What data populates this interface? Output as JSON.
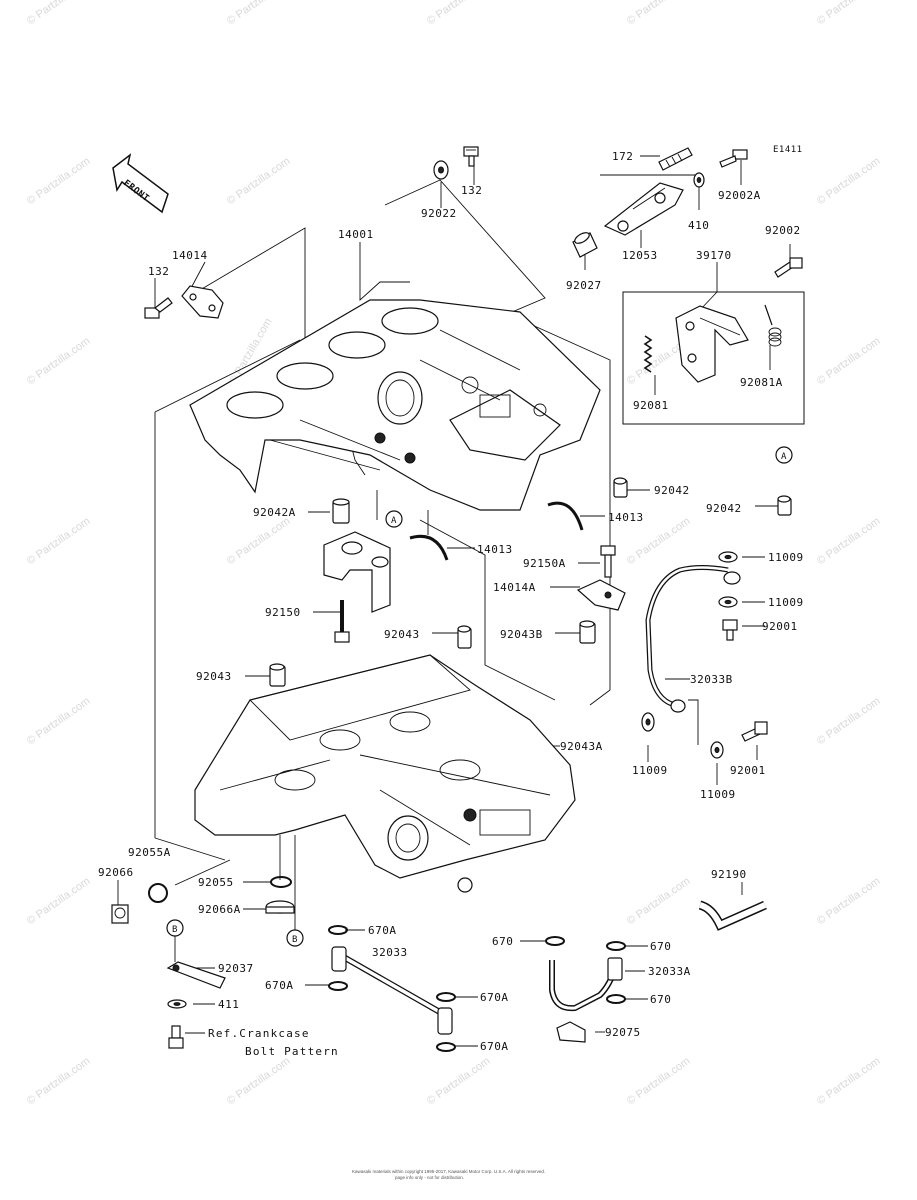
{
  "figure_code": "E1411",
  "front_label": "FRONT",
  "watermark": "© Partzilla.com",
  "footer": {
    "line1": "Kawasaki materials within copyright 1995-2017, Kawasaki Motor Corp. U.S.A. All rights reserved.",
    "line2": "page info only - not for distribution."
  },
  "callouts": {
    "A": "A",
    "B": "B"
  },
  "labels": {
    "l172": "172",
    "l132_top": "132",
    "l92002A": "92002A",
    "l92022": "92022",
    "l410": "410",
    "l12053": "12053",
    "l92027": "92027",
    "l39170": "39170",
    "l92002": "92002",
    "l14014": "14014",
    "l132_left": "132",
    "l14001": "14001",
    "l92081": "92081",
    "l92081A": "92081A",
    "l92042_right": "92042",
    "l92042_A": "92042",
    "l92042A": "92042A",
    "l14013_right": "14013",
    "l14013_left": "14013",
    "l11009_1": "11009",
    "l92150A": "92150A",
    "l14014A": "14014A",
    "l11009_2": "11009",
    "l92150": "92150",
    "l92043_mid": "92043",
    "l92043B": "92043B",
    "l92001_1": "92001",
    "l92043_left": "92043",
    "l32033B": "32033B",
    "l92043A": "92043A",
    "l11009_3": "11009",
    "l92001_2": "92001",
    "l11009_4": "11009",
    "l92055A": "92055A",
    "l92066": "92066",
    "l92055": "92055",
    "l92190": "92190",
    "l92066A": "92066A",
    "l670A_1": "670A",
    "l32033": "32033",
    "l670_1": "670",
    "l670_2": "670",
    "l92037": "92037",
    "l32033A": "32033A",
    "l670A_2": "670A",
    "l670A_3": "670A",
    "l670_3": "670",
    "l411": "411",
    "l92075": "92075",
    "l670A_4": "670A"
  },
  "reference_note": {
    "line1": "Ref.Crankcase",
    "line2": "Bolt Pattern"
  }
}
